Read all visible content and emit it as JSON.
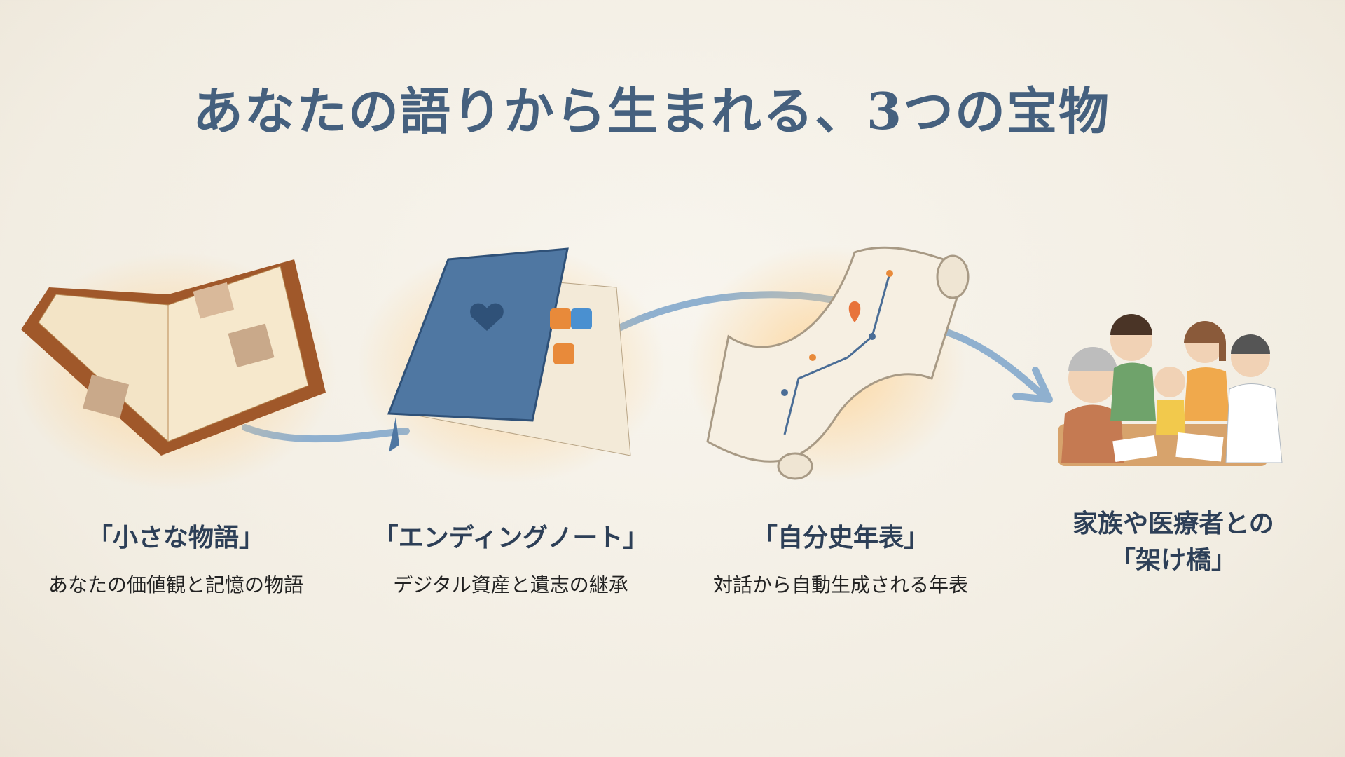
{
  "title": "あなたの語りから生まれる、3つの宝物",
  "items": [
    {
      "heading": "「小さな物語」",
      "subtitle": "あなたの価値観と記憶の物語",
      "icon": "open-book-icon"
    },
    {
      "heading": "「エンディングノート」",
      "subtitle": "デジタル資産と遺志の継承",
      "icon": "notebook-icon"
    },
    {
      "heading": "「自分史年表」",
      "subtitle": "対話から自動生成される年表",
      "icon": "timeline-scroll-icon"
    },
    {
      "heading_line1": "家族や医療者との",
      "heading_line2": "「架け橋」",
      "icon": "family-doctor-icon"
    }
  ],
  "colors": {
    "title": "#45607e",
    "heading": "#2d3f57",
    "arrow": "#8fb0cf"
  }
}
